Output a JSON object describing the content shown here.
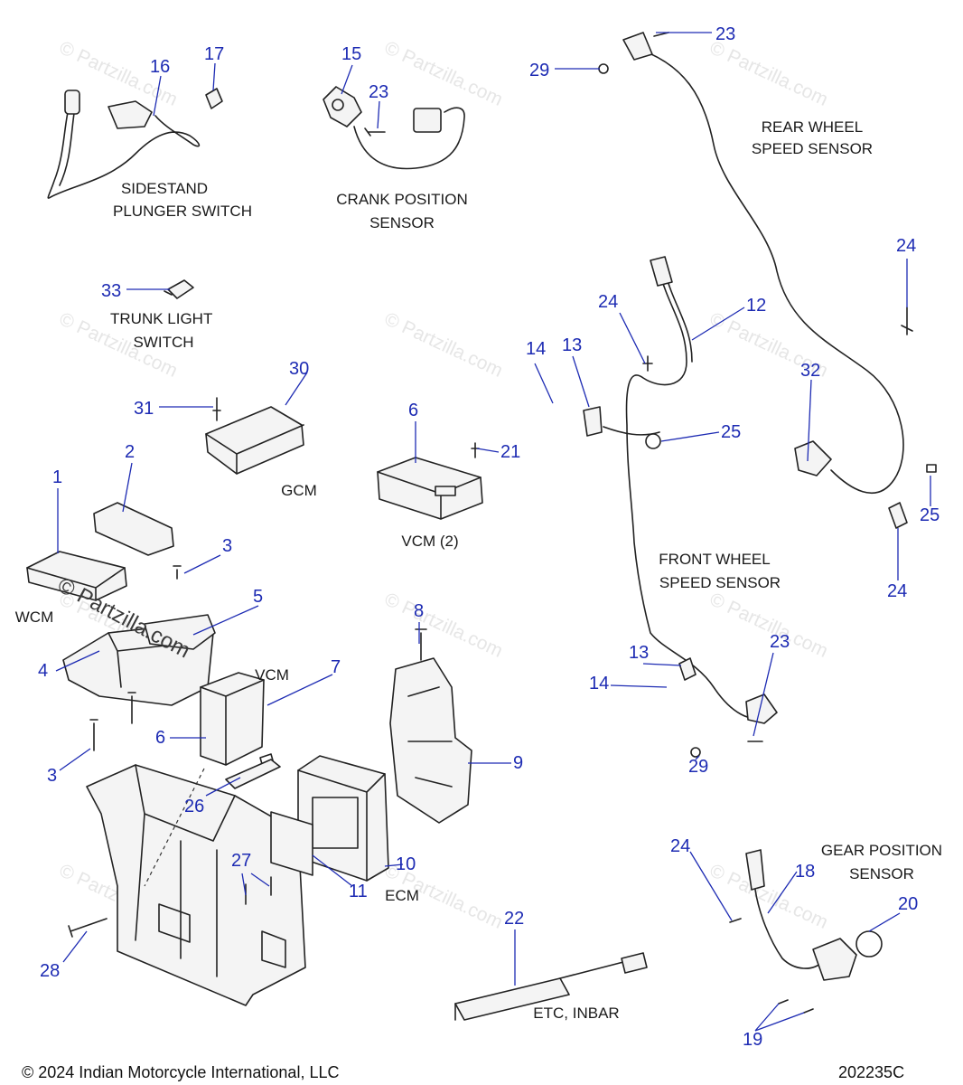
{
  "labels": {
    "sidestand_1": "SIDESTAND",
    "sidestand_2": "PLUNGER SWITCH",
    "crank_1": "CRANK POSITION",
    "crank_2": "SENSOR",
    "rear_1": "REAR WHEEL",
    "rear_2": "SPEED SENSOR",
    "trunk_1": "TRUNK LIGHT",
    "trunk_2": "SWITCH",
    "gcm": "GCM",
    "vcm2": "VCM (2)",
    "front_1": "FRONT WHEEL",
    "front_2": "SPEED SENSOR",
    "wcm": "WCM",
    "vcm": "VCM",
    "ecm": "ECM",
    "gear_1": "GEAR POSITION",
    "gear_2": "SENSOR",
    "etc": "ETC, INBAR"
  },
  "callouts": [
    "16",
    "17",
    "15",
    "23",
    "23",
    "29",
    "33",
    "30",
    "31",
    "2",
    "1",
    "6",
    "21",
    "3",
    "5",
    "4",
    "7",
    "8",
    "6",
    "3",
    "26",
    "9",
    "10",
    "11",
    "27",
    "28",
    "24",
    "13",
    "14",
    "12",
    "25",
    "24",
    "32",
    "25",
    "24",
    "13",
    "14",
    "23",
    "29",
    "22",
    "24",
    "18",
    "20",
    "19"
  ],
  "watermarks": [
    "© Partzilla.com",
    "© Partzilla.com",
    "© Partzilla.com",
    "© Partzilla.com",
    "© Partzilla.com",
    "© Partzilla.com",
    "© Partzilla.com",
    "© Partzilla.com",
    "© Partzilla.com",
    "© Partzilla.com",
    "© Partzilla.com",
    "© Partzilla.com"
  ],
  "logo_watermark": "© Partzilla.com",
  "footer": {
    "copyright": "© 2024 Indian Motorcycle International, LLC",
    "code": "202235C"
  },
  "colors": {
    "callout": "#1d2bb3",
    "line": "#222222",
    "watermark": "#e6e6e6"
  }
}
